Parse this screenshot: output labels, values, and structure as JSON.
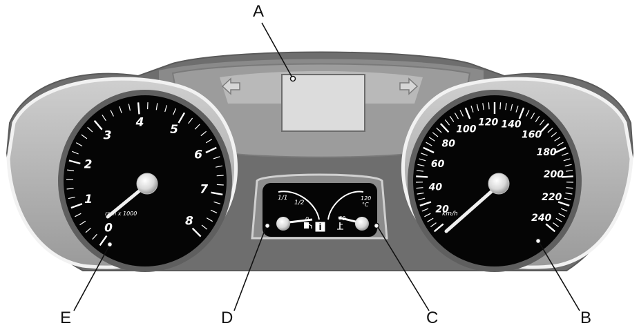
{
  "callouts": {
    "a": "A",
    "b": "B",
    "c": "C",
    "d": "D",
    "e": "E"
  },
  "tachometer": {
    "numbers": [
      "0",
      "1",
      "2",
      "3",
      "4",
      "5",
      "6",
      "7",
      "8"
    ],
    "unit": "rpm x 1000"
  },
  "speedometer": {
    "numbers": [
      "20",
      "40",
      "60",
      "80",
      "100",
      "120",
      "140",
      "160",
      "180",
      "200",
      "220",
      "240"
    ],
    "unit": "km/h"
  },
  "fuel_gauge": {
    "full": "1/1",
    "half": "1/2",
    "empty": "0"
  },
  "temp_gauge": {
    "high": "120",
    "unit": "°C",
    "low": "60"
  },
  "info_icon": "i",
  "icons": {
    "fuel": "fuel-pump-icon",
    "temp": "coolant-temperature-icon",
    "info": "info-icon",
    "left_arrow": "left-turn-signal-icon",
    "right_arrow": "right-turn-signal-icon"
  },
  "colors": {
    "housing": "#7f7f7f",
    "dial": "#050505",
    "chrome": "#e2e2e2",
    "display": "#dcdcdc"
  }
}
